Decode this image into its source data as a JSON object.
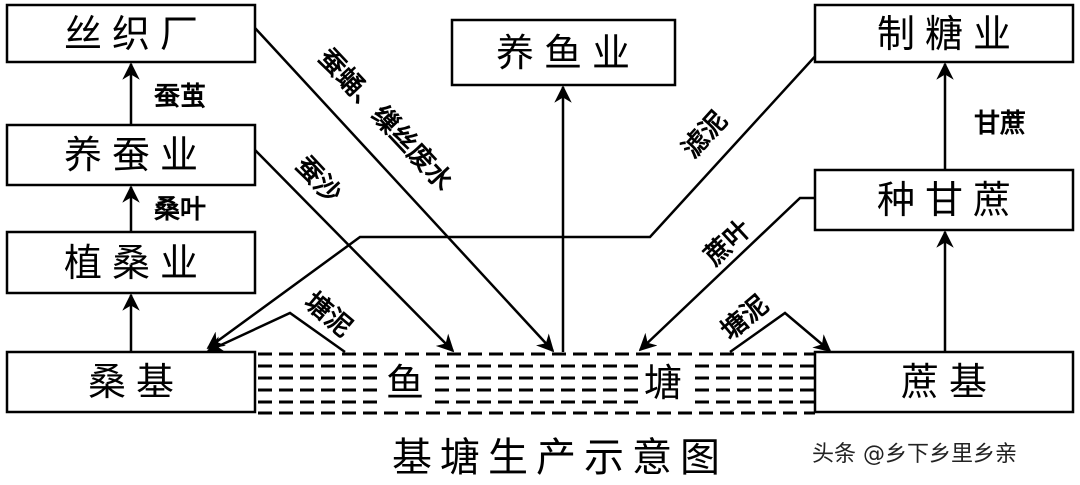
{
  "boxes": {
    "silk_factory": "丝织厂",
    "sericulture": "养蚕业",
    "mulberry_growing": "植桑业",
    "mulberry_dike": "桑基",
    "fish_farming": "养鱼业",
    "sugar_industry": "制糖业",
    "sugarcane_growing": "种甘蔗",
    "sugarcane_dike": "蔗基"
  },
  "pond": {
    "char1": "鱼",
    "char2": "塘"
  },
  "labels": {
    "cocoon": "蚕茧",
    "mulberry_leaf": "桑叶",
    "pupa_waste": "蚕蛹、缫丝废水",
    "silkworm_excrement": "蚕沙",
    "pond_mud_left": "塘泥",
    "filter_mud": "滤泥",
    "cane_leaf": "蔗叶",
    "pond_mud_right": "塘泥",
    "sugarcane": "甘蔗"
  },
  "title": "基塘生产示意图",
  "watermark": "头条 @乡下乡里乡亲"
}
